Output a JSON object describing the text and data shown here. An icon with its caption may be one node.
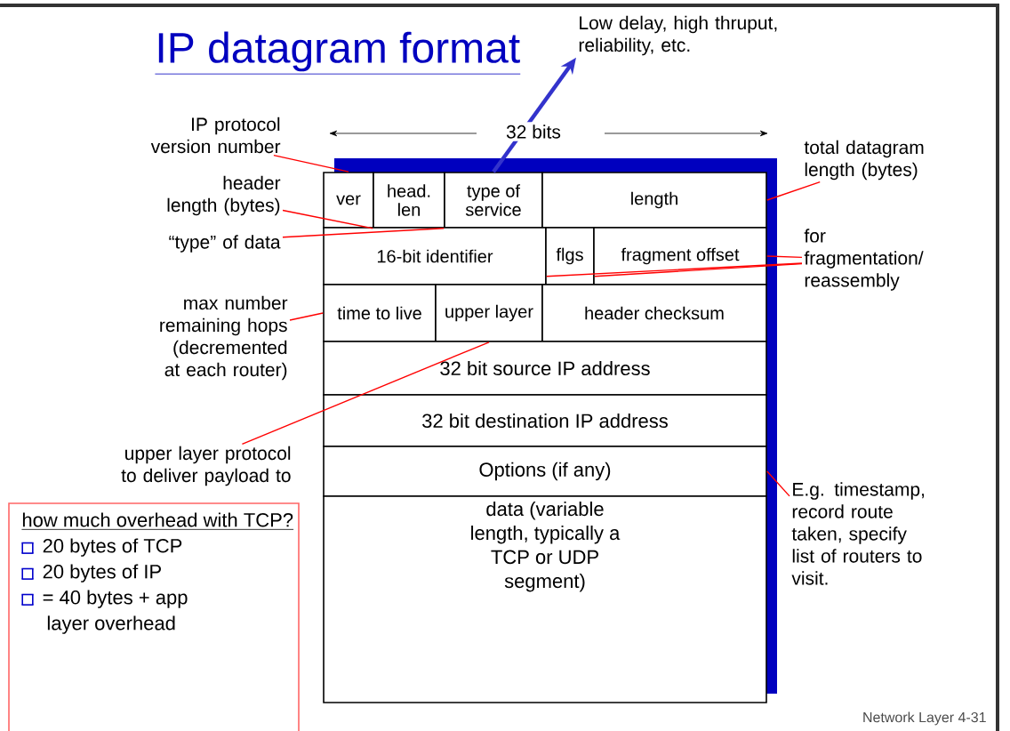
{
  "diagram": {
    "title": "IP datagram format",
    "nodes": [
      {
        "text": [
          "ver"
        ]
      },
      {
        "text": [
          "head. len"
        ]
      },
      {
        "text": [
          "type of service"
        ]
      },
      {
        "text": [
          "length"
        ]
      },
      {
        "text": [
          "16-bit identifier"
        ]
      },
      {
        "text": [
          "flgs"
        ]
      },
      {
        "text": [
          "fragment offset"
        ]
      },
      {
        "text": [
          "time to live"
        ]
      },
      {
        "text": [
          "upper layer"
        ]
      },
      {
        "text": [
          "header checksum"
        ]
      },
      {
        "text": [
          "32 bit source IP address"
        ]
      },
      {
        "text": [
          "32 bit destination IP address"
        ]
      },
      {
        "text": [
          "Options (if any)"
        ]
      },
      {
        "text": [
          "data (variable length, typically a TCP or UDP segment)"
        ]
      },
      {
        "text": [
          "IP protocol version number"
        ]
      },
      {
        "text": [
          "header length (bytes)"
        ]
      },
      {
        "text": [
          "“type” of data"
        ]
      },
      {
        "text": [
          "max number remaining hops (decremented at each router)"
        ]
      },
      {
        "text": [
          "upper layer protocol to deliver payload to"
        ]
      },
      {
        "text": [
          "Low delay, high thruput, reliability, etc."
        ]
      },
      {
        "text": [
          "total datagram length (bytes)"
        ]
      },
      {
        "text": [
          "for fragmentation/ reassembly"
        ]
      },
      {
        "text": [
          "E.g. timestamp, record route taken, specify list of routers to visit."
        ]
      },
      {
        "text": [
          "how much overhead with TCP?",
          "20 bytes of TCP",
          "20 bytes of IP",
          "= 40 bytes + app layer overhead"
        ]
      }
    ],
    "edges": [
      {
        "from": 14,
        "to": 0,
        "arrow": "none"
      },
      {
        "from": 15,
        "to": 1,
        "arrow": "none"
      },
      {
        "from": 16,
        "to": 2,
        "arrow": "none"
      },
      {
        "from": 17,
        "to": 7,
        "arrow": "none"
      },
      {
        "from": 18,
        "to": 8,
        "arrow": "none"
      },
      {
        "from": 2,
        "to": 19,
        "arrow": "to",
        "style": "thick",
        "color": "#3333cc"
      },
      {
        "from": 20,
        "to": 3,
        "arrow": "none"
      },
      {
        "from": 21,
        "to": 4,
        "arrow": "none"
      },
      {
        "from": 21,
        "to": 5,
        "arrow": "none"
      },
      {
        "from": 21,
        "to": 6,
        "arrow": "none"
      },
      {
        "from": 22,
        "to": 12,
        "arrow": "none"
      }
    ],
    "labels": [
      "32 bits",
      "Network Layer 4-31"
    ]
  }
}
